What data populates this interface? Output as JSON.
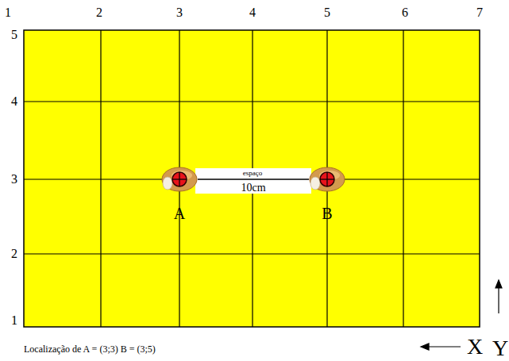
{
  "diagram": {
    "nodes": [
      {
        "text": [
          "A"
        ]
      },
      {
        "text": [
          "B"
        ]
      }
    ],
    "edges": [
      {
        "from": 0,
        "to": 1,
        "arrow": "none",
        "label": "10cm"
      }
    ],
    "labels": [
      "1",
      "2",
      "3",
      "4",
      "5",
      "6",
      "7",
      "5",
      "4",
      "3",
      "2",
      "1",
      "espaço",
      "Localização de A = (3;3) B = (3;5)",
      "X",
      "Y"
    ]
  }
}
